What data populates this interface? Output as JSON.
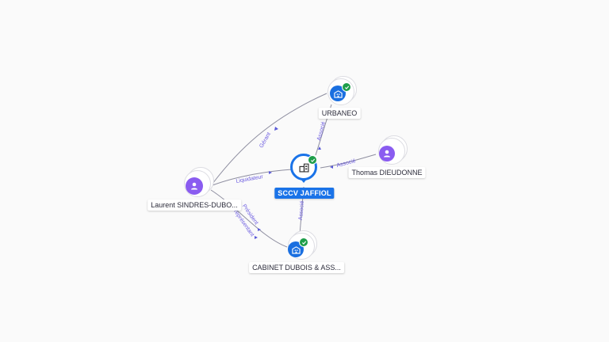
{
  "nodes": {
    "main": {
      "label": "SCCV JAFFIOL",
      "icon": "building-icon",
      "verified": true
    },
    "urbaneo": {
      "label": "URBANEO",
      "icon": "building-icon",
      "verified": true
    },
    "thomas": {
      "label": "Thomas DIEUDONNE",
      "icon": "person-icon",
      "verified": false
    },
    "laurent": {
      "label": "Laurent SINDRES-DUBO...",
      "icon": "person-icon",
      "verified": false
    },
    "cabinet": {
      "label": "CABINET DUBOIS & ASS...",
      "icon": "building-icon",
      "verified": true
    }
  },
  "edges": {
    "gerant": "Gérant",
    "liquidateur": "Liquidateur",
    "associe_urbaneo": "Associé",
    "associe_thomas": "Associé",
    "associe_cabinet": "Associé",
    "president": "Président",
    "representant": "représentant"
  },
  "colors": {
    "company": "#1a6fe0",
    "person": "#8a5cf0",
    "verified": "#1e9e4a",
    "edge_label": "#6b5be0"
  }
}
